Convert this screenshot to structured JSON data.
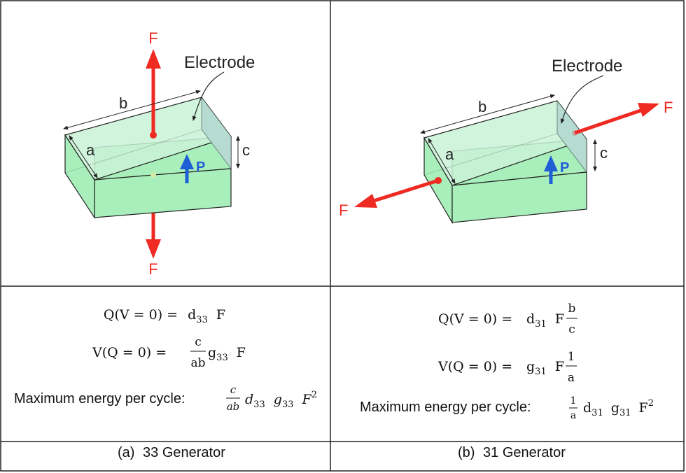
{
  "colors": {
    "force": "#ef2a22",
    "polarization": "#1f5fd6",
    "block_fill": "#a9efbc",
    "block_top": "#c9f2d6",
    "block_electrode": "#b6dcd2",
    "outline": "#222222"
  },
  "panel_a": {
    "force_top": "F",
    "force_bottom": "F",
    "electrode": "Electrode",
    "dim_a": "a",
    "dim_b": "b",
    "dim_c": "c",
    "polarization": "P",
    "eq1": {
      "lhs": "Q(V = 0) =",
      "d": "d",
      "d_sub": "33",
      "tail": "F"
    },
    "eq2": {
      "lhs": "V(Q = 0) =",
      "frac_num": "c",
      "frac_den": "ab",
      "g": "g",
      "g_sub": "33",
      "tail": "F"
    },
    "eq3": {
      "label": "Maximum energy per cycle:",
      "frac_num": "c",
      "frac_den": "ab",
      "d": "d",
      "d_sub": "33",
      "g": "g",
      "g_sub": "33",
      "f": "F",
      "f_sup": "2"
    },
    "caption_tag": "(a)",
    "caption_text": "33 Generator"
  },
  "panel_b": {
    "force_right": "F",
    "force_left": "F",
    "electrode": "Electrode",
    "dim_a": "a",
    "dim_b": "b",
    "dim_c": "c",
    "polarization": "P",
    "eq1": {
      "lhs": "Q(V = 0) =",
      "d": "d",
      "d_sub": "31",
      "mid": "F",
      "frac_num": "b",
      "frac_den": "c"
    },
    "eq2": {
      "lhs": "V(Q = 0) =",
      "g": "g",
      "g_sub": "31",
      "mid": "F",
      "frac_num": "1",
      "frac_den": "a"
    },
    "eq3": {
      "label": "Maximum energy per cycle:",
      "frac_num": "1",
      "frac_den": "a",
      "d": "d",
      "d_sub": "31",
      "g": "g",
      "g_sub": "31",
      "f": "F",
      "f_sup": "2"
    },
    "caption_tag": "(b)",
    "caption_text": "31 Generator"
  }
}
